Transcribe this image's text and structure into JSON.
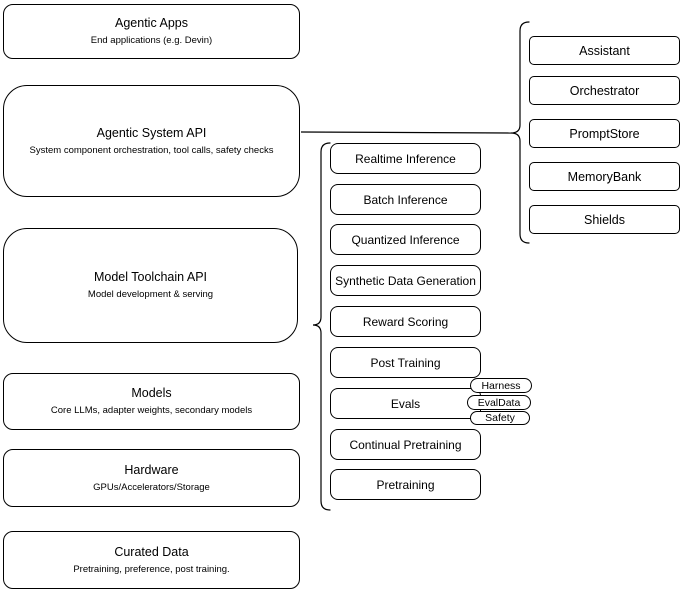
{
  "left_column": {
    "boxes": [
      {
        "title": "Agentic Apps",
        "subtitle": "End applications (e.g. Devin)"
      },
      {
        "title": "Agentic System API",
        "subtitle": "System component orchestration, tool calls, safety checks"
      },
      {
        "title": "Model Toolchain API",
        "subtitle": "Model development & serving"
      },
      {
        "title": "Models",
        "subtitle": "Core LLMs, adapter weights, secondary models"
      },
      {
        "title": "Hardware",
        "subtitle": "GPUs/Accelerators/Storage"
      },
      {
        "title": "Curated Data",
        "subtitle": "Pretraining, preference, post training."
      }
    ]
  },
  "middle_column": {
    "boxes": [
      "Realtime Inference",
      "Batch Inference",
      "Quantized Inference",
      "Synthetic Data Generation",
      "Reward Scoring",
      "Post Training",
      "Evals",
      "Continual Pretraining",
      "Pretraining"
    ]
  },
  "eval_badges": [
    "Harness",
    "EvalData",
    "Safety"
  ],
  "right_column": {
    "boxes": [
      "Assistant",
      "Orchestrator",
      "PromptStore",
      "MemoryBank",
      "Shields"
    ]
  },
  "colors": {
    "stroke": "#000000",
    "fill": "#ffffff"
  }
}
